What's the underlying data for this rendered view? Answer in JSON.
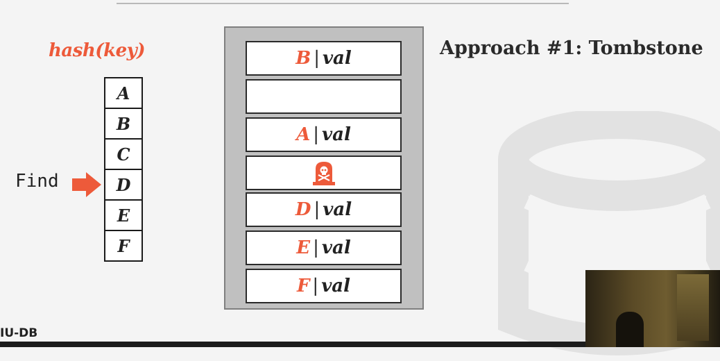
{
  "hash_function": "hash(key)",
  "keys": [
    "A",
    "B",
    "C",
    "D",
    "E",
    "F"
  ],
  "find": {
    "label": "Find",
    "target_key": "D"
  },
  "table": {
    "separator": "|",
    "slots": [
      {
        "key": "B",
        "value": "val"
      },
      {
        "key": "",
        "value": ""
      },
      {
        "key": "A",
        "value": "val"
      },
      {
        "tombstone": true
      },
      {
        "key": "D",
        "value": "val"
      },
      {
        "key": "E",
        "value": "val"
      },
      {
        "key": "F",
        "value": "val"
      }
    ]
  },
  "title": "Approach #1: Tombstone",
  "footer": {
    "logo": "IU-DB"
  },
  "colors": {
    "accent": "#ed5a3a",
    "table_frame": "#c0c0c0",
    "ink": "#222222"
  },
  "icons": {
    "tombstone": "tombstone-icon",
    "arrow": "arrow-right-icon",
    "background": "database-icon"
  }
}
